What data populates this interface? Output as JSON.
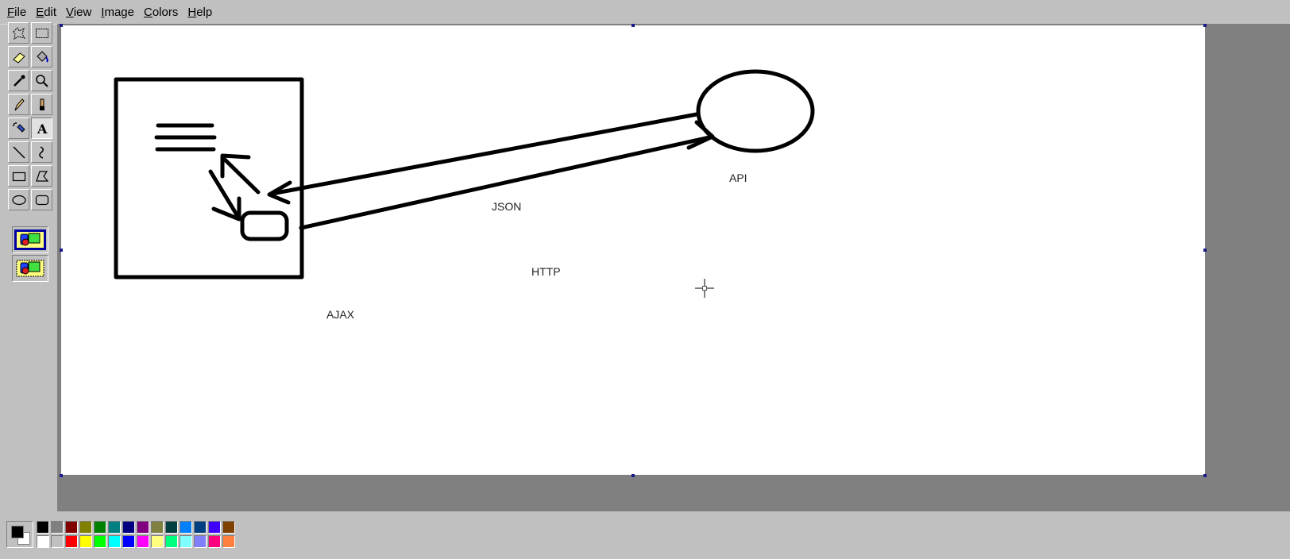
{
  "menu": {
    "items": [
      {
        "label": "File",
        "underline": "F",
        "rest": "ile"
      },
      {
        "label": "Edit",
        "underline": "E",
        "rest": "dit"
      },
      {
        "label": "View",
        "underline": "V",
        "rest": "iew"
      },
      {
        "label": "Image",
        "underline": "I",
        "rest": "mage"
      },
      {
        "label": "Colors",
        "underline": "C",
        "rest": "olors"
      },
      {
        "label": "Help",
        "underline": "H",
        "rest": "elp"
      }
    ]
  },
  "tools": [
    {
      "icon": "free-select-icon"
    },
    {
      "icon": "rect-select-icon"
    },
    {
      "icon": "eraser-icon"
    },
    {
      "icon": "fill-icon"
    },
    {
      "icon": "color-picker-icon"
    },
    {
      "icon": "magnifier-icon"
    },
    {
      "icon": "pencil-icon"
    },
    {
      "icon": "brush-icon"
    },
    {
      "icon": "airbrush-icon"
    },
    {
      "icon": "text-icon",
      "active": true
    },
    {
      "icon": "line-icon"
    },
    {
      "icon": "curve-icon"
    },
    {
      "icon": "rectangle-icon"
    },
    {
      "icon": "polygon-icon"
    },
    {
      "icon": "ellipse-icon"
    },
    {
      "icon": "rounded-rect-icon"
    }
  ],
  "canvas": {
    "labels": {
      "api": "API",
      "json": "JSON",
      "http": "HTTP",
      "ajax": "AJAX"
    }
  },
  "palette": {
    "foreground": "#000000",
    "background": "#ffffff",
    "row1": [
      "#000000",
      "#808080",
      "#800000",
      "#808000",
      "#008000",
      "#008080",
      "#000080",
      "#800080",
      "#808040",
      "#004040",
      "#0080ff",
      "#004080",
      "#4000ff",
      "#804000"
    ],
    "row2": [
      "#ffffff",
      "#c0c0c0",
      "#ff0000",
      "#ffff00",
      "#00ff00",
      "#00ffff",
      "#0000ff",
      "#ff00ff",
      "#ffff80",
      "#00ff80",
      "#80ffff",
      "#8080ff",
      "#ff0080",
      "#ff8040"
    ]
  }
}
